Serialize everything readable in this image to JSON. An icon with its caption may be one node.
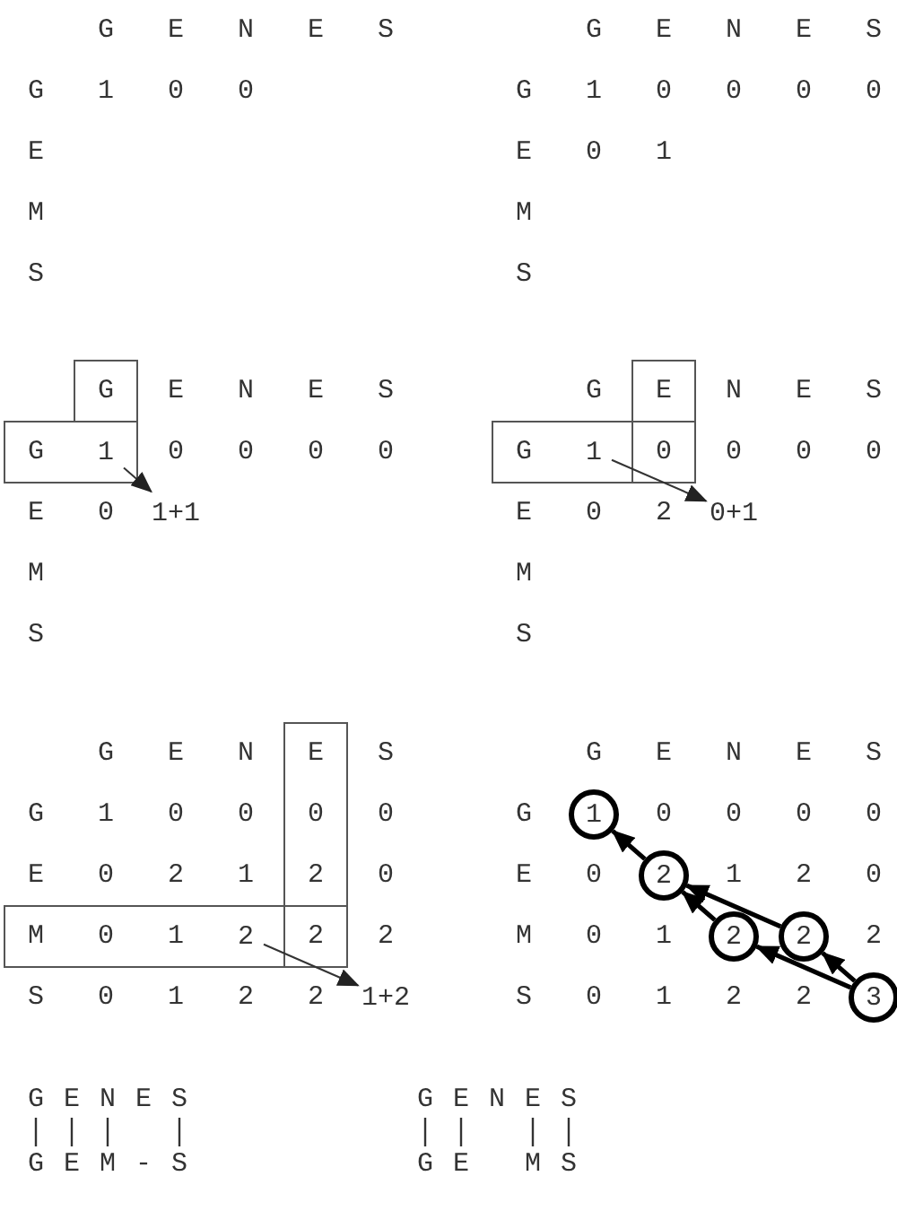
{
  "diagram": {
    "nodes": [
      {
        "text": [
          "1"
        ]
      },
      {
        "text": [
          "1+1"
        ]
      },
      {
        "text": [
          "1"
        ]
      },
      {
        "text": [
          "0+1"
        ]
      },
      {
        "text": [
          "2"
        ]
      },
      {
        "text": [
          "1+2"
        ]
      },
      {
        "text": [
          "1"
        ]
      },
      {
        "text": [
          "2"
        ]
      },
      {
        "text": [
          "2"
        ]
      },
      {
        "text": [
          "2"
        ]
      },
      {
        "text": [
          "3"
        ]
      }
    ],
    "edges": [
      {
        "from": 0,
        "to": 1,
        "arrow": "to"
      },
      {
        "from": 2,
        "to": 3,
        "arrow": "to"
      },
      {
        "from": 4,
        "to": 5,
        "arrow": "to"
      },
      {
        "from": 10,
        "to": 9,
        "arrow": "to"
      },
      {
        "from": 10,
        "to": 8,
        "arrow": "to"
      },
      {
        "from": 9,
        "to": 7,
        "arrow": "to"
      },
      {
        "from": 8,
        "to": 7,
        "arrow": "to"
      },
      {
        "from": 7,
        "to": 6,
        "arrow": "to"
      }
    ],
    "labels": [
      "G",
      "E",
      "N",
      "E",
      "S",
      "G",
      "1",
      "0",
      "0",
      "E",
      "M",
      "S",
      "G",
      "E",
      "N",
      "E",
      "S",
      "G",
      "1",
      "0",
      "0",
      "0",
      "0",
      "E",
      "0",
      "1",
      "M",
      "S",
      "G",
      "E",
      "N",
      "E",
      "S",
      "G",
      "0",
      "0",
      "0",
      "0",
      "E",
      "0",
      "M",
      "S",
      "G",
      "E",
      "N",
      "E",
      "S",
      "G",
      "0",
      "0",
      "0",
      "0",
      "E",
      "0",
      "2",
      "M",
      "S",
      "G",
      "E",
      "N",
      "E",
      "S",
      "G",
      "1",
      "0",
      "0",
      "0",
      "0",
      "E",
      "0",
      "2",
      "1",
      "2",
      "0",
      "M",
      "0",
      "1",
      "2",
      "2",
      "S",
      "0",
      "1",
      "2",
      "2",
      "G",
      "E",
      "N",
      "E",
      "S",
      "G",
      "0",
      "0",
      "0",
      "0",
      "E",
      "0",
      "1",
      "2",
      "0",
      "M",
      "0",
      "1",
      "2",
      "S",
      "0",
      "1",
      "2",
      "2",
      "G",
      "E",
      "N",
      "E",
      "S",
      "G",
      "E",
      "M",
      "-",
      "S",
      "G",
      "E",
      "N",
      "E",
      "S",
      "G",
      "E",
      "M",
      "S"
    ]
  }
}
